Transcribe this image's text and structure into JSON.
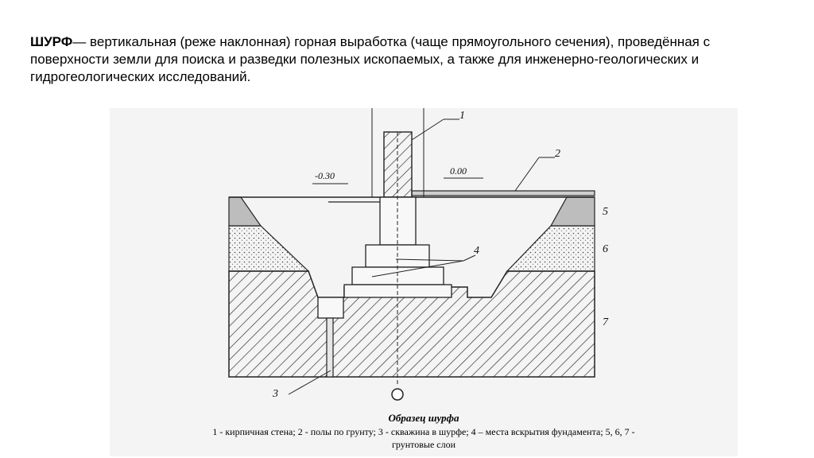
{
  "definition": {
    "term": "ШУРФ",
    "text": "— вертикальная (реже наклонная) горная выработка (чаще прямоугольного сечения), проведённая с поверхности земли для поиска и разведки полезных ископаемых, а также для инженерно-геологических и гидрогеологических исследований."
  },
  "figure": {
    "labels": {
      "n1": "1",
      "n2": "2",
      "n3": "3",
      "n4": "4",
      "n5": "5",
      "n6": "6",
      "n7": "7",
      "mark_left": "-0.30",
      "mark_right": "0.00"
    },
    "caption_title": "Образец шурфа",
    "caption_line1": "1 - кирпичная стена; 2 - полы по грунту; 3 - скважина в шурфе; 4 – места вскрытия фундамента; 5, 6, 7 -",
    "caption_line2": "грунтовые слои"
  }
}
